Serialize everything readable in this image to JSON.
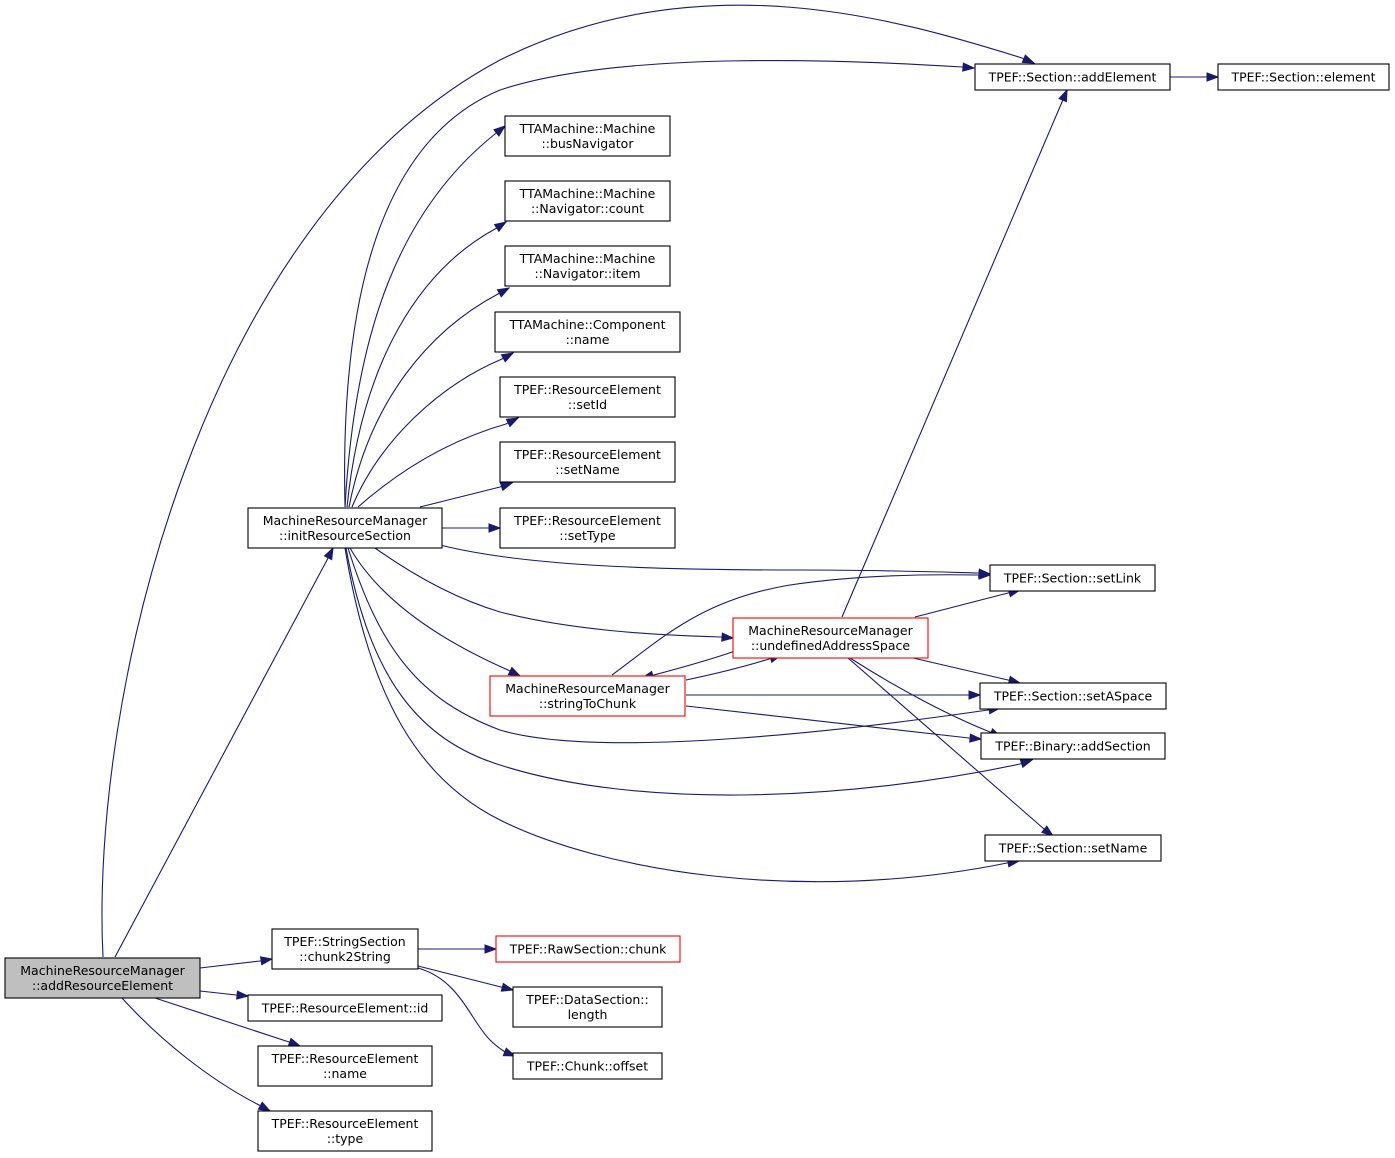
{
  "colors": {
    "edge": "#191970",
    "node_border_default": "#000000",
    "node_border_red": "#ff0000",
    "node_fill_default": "#ffffff",
    "node_fill_root": "#bfbfbf"
  },
  "nodes": {
    "root": {
      "lines": [
        "MachineResourceManager",
        "::addResourceElement"
      ],
      "style": "root"
    },
    "initRes": {
      "lines": [
        "MachineResourceManager",
        "::initResourceSection"
      ],
      "style": "default"
    },
    "addElement": {
      "lines": [
        "TPEF::Section::addElement"
      ],
      "style": "default"
    },
    "element": {
      "lines": [
        "TPEF::Section::element"
      ],
      "style": "default"
    },
    "busNavigator": {
      "lines": [
        "TTAMachine::Machine",
        "::busNavigator"
      ],
      "style": "default"
    },
    "navCount": {
      "lines": [
        "TTAMachine::Machine",
        "::Navigator::count"
      ],
      "style": "default"
    },
    "navItem": {
      "lines": [
        "TTAMachine::Machine",
        "::Navigator::item"
      ],
      "style": "default"
    },
    "compName": {
      "lines": [
        "TTAMachine::Component",
        "::name"
      ],
      "style": "default"
    },
    "reSetId": {
      "lines": [
        "TPEF::ResourceElement",
        "::setId"
      ],
      "style": "default"
    },
    "reSetName": {
      "lines": [
        "TPEF::ResourceElement",
        "::setName"
      ],
      "style": "default"
    },
    "reSetType": {
      "lines": [
        "TPEF::ResourceElement",
        "::setType"
      ],
      "style": "default"
    },
    "setLink": {
      "lines": [
        "TPEF::Section::setLink"
      ],
      "style": "default"
    },
    "undefAS": {
      "lines": [
        "MachineResourceManager",
        "::undefinedAddressSpace"
      ],
      "style": "red"
    },
    "stringToChunk": {
      "lines": [
        "MachineResourceManager",
        "::stringToChunk"
      ],
      "style": "red"
    },
    "setASpace": {
      "lines": [
        "TPEF::Section::setASpace"
      ],
      "style": "default"
    },
    "addSection": {
      "lines": [
        "TPEF::Binary::addSection"
      ],
      "style": "default"
    },
    "secSetName": {
      "lines": [
        "TPEF::Section::setName"
      ],
      "style": "default"
    },
    "chunk2String": {
      "lines": [
        "TPEF::StringSection",
        "::chunk2String"
      ],
      "style": "default"
    },
    "rawChunk": {
      "lines": [
        "TPEF::RawSection::chunk"
      ],
      "style": "red"
    },
    "dataLength": {
      "lines": [
        "TPEF::DataSection::",
        "length"
      ],
      "style": "default"
    },
    "chunkOffset": {
      "lines": [
        "TPEF::Chunk::offset"
      ],
      "style": "default"
    },
    "reId": {
      "lines": [
        "TPEF::ResourceElement::id"
      ],
      "style": "default"
    },
    "reName": {
      "lines": [
        "TPEF::ResourceElement",
        "::name"
      ],
      "style": "default"
    },
    "reType": {
      "lines": [
        "TPEF::ResourceElement",
        "::type"
      ],
      "style": "default"
    }
  },
  "edges": [
    [
      "root",
      "initRes"
    ],
    [
      "root",
      "addElement"
    ],
    [
      "root",
      "chunk2String"
    ],
    [
      "root",
      "reId"
    ],
    [
      "root",
      "reName"
    ],
    [
      "root",
      "reType"
    ],
    [
      "initRes",
      "addElement"
    ],
    [
      "initRes",
      "busNavigator"
    ],
    [
      "initRes",
      "navCount"
    ],
    [
      "initRes",
      "navItem"
    ],
    [
      "initRes",
      "compName"
    ],
    [
      "initRes",
      "reSetId"
    ],
    [
      "initRes",
      "reSetName"
    ],
    [
      "initRes",
      "reSetType"
    ],
    [
      "initRes",
      "setLink"
    ],
    [
      "initRes",
      "undefAS"
    ],
    [
      "initRes",
      "stringToChunk"
    ],
    [
      "initRes",
      "setASpace"
    ],
    [
      "initRes",
      "addSection"
    ],
    [
      "initRes",
      "secSetName"
    ],
    [
      "addElement",
      "element"
    ],
    [
      "undefAS",
      "addElement"
    ],
    [
      "undefAS",
      "setLink"
    ],
    [
      "undefAS",
      "stringToChunk"
    ],
    [
      "undefAS",
      "setASpace"
    ],
    [
      "undefAS",
      "addSection"
    ],
    [
      "undefAS",
      "secSetName"
    ],
    [
      "stringToChunk",
      "setLink"
    ],
    [
      "stringToChunk",
      "undefAS"
    ],
    [
      "stringToChunk",
      "setASpace"
    ],
    [
      "stringToChunk",
      "addSection"
    ],
    [
      "chunk2String",
      "rawChunk"
    ],
    [
      "chunk2String",
      "dataLength"
    ],
    [
      "chunk2String",
      "chunkOffset"
    ]
  ]
}
